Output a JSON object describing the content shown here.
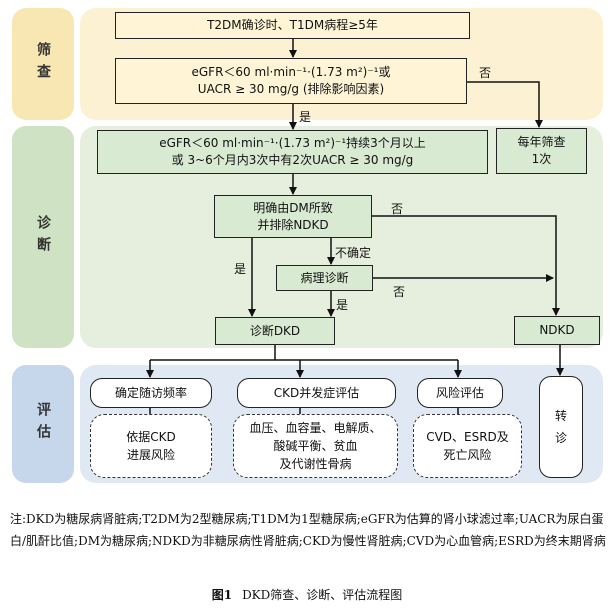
{
  "sections": {
    "screening": "筛查",
    "diagnosis": "诊断",
    "evaluation": "评估"
  },
  "boxes": {
    "start": "T2DM确诊时、T1DM病程≥5年",
    "screen_criteria": "eGFR＜60 ml·min⁻¹·(1.73 m²)⁻¹或\nUACR ≥ 30 mg/g (排除影响因素)",
    "annual": "每年筛查\n1次",
    "confirm": "eGFR＜60 ml·min⁻¹·(1.73 m²)⁻¹持续3个月以上\n或 3~6个月内3次中有2次UACR ≥ 30 mg/g",
    "dm_cause": "明确由DM所致\n并排除NDKD",
    "pathology": "病理诊断",
    "dkd": "诊断DKD",
    "ndkd": "NDKD",
    "followup": "确定随访频率",
    "followup_detail": "依据CKD\n进展风险",
    "complications": "CKD并发症评估",
    "complications_detail": "血压、血容量、电解质、\n酸碱平衡、贫血\n及代谢性骨病",
    "risk": "风险评估",
    "risk_detail": "CVD、ESRD及\n死亡风险",
    "referral": "转\n诊"
  },
  "arrow_labels": {
    "no_1": "否",
    "yes_1": "是",
    "no_2": "否",
    "uncertain": "不确定",
    "yes_2": "是",
    "yes_3": "是",
    "no_3": "否"
  },
  "note": "注:DKD为糖尿病肾脏病;T2DM为2型糖尿病;T1DM为1型糖尿病;eGFR为估算的肾小球滤过率;UACR为尿白蛋白/肌酐比值;DM为糖尿病;NDKD为非糖尿病性肾脏病;CKD为慢性肾脏病;CVD为心血管病;ESRD为终末期肾病",
  "caption": {
    "figure": "图1",
    "title": "DKD筛查、诊断、评估流程图"
  }
}
